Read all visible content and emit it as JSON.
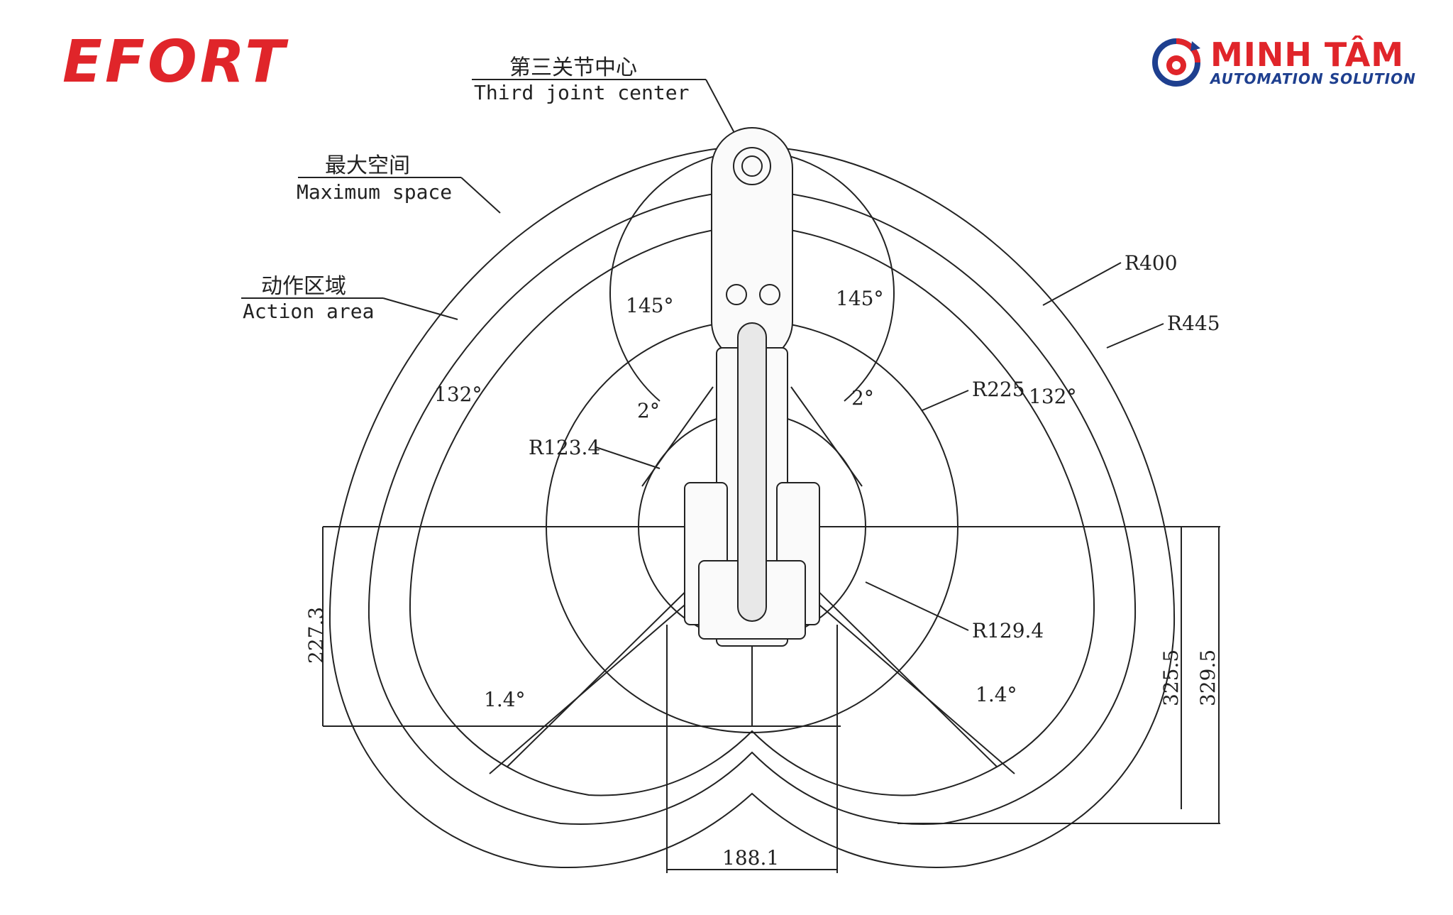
{
  "brand_left": "EFORT",
  "brand_right": {
    "name": "MINH TÂM",
    "tagline": "AUTOMATION SOLUTION"
  },
  "callouts": {
    "third_joint_cn": "第三关节中心",
    "third_joint_en": "Third joint center",
    "max_space_cn": "最大空间",
    "max_space_en": "Maximum space",
    "action_area_cn": "动作区域",
    "action_area_en": "Action area"
  },
  "dimensions": {
    "r400": "R400",
    "r445": "R445",
    "r225": "R225",
    "r123": "R123.4",
    "r129": "R129.4",
    "angle145_left": "145°",
    "angle145_right": "145°",
    "angle132_left": "132°",
    "angle132_right": "132°",
    "angle2_left": "2°",
    "angle2_right": "2°",
    "angle14_left": "1.4°",
    "angle14_right": "1.4°",
    "d227": "227.3",
    "d325": "325.5",
    "d329": "329.5",
    "d188": "188.1"
  },
  "colors": {
    "brand_red": "#e0252a",
    "brand_blue": "#1e3f8f",
    "line": "#222222"
  }
}
